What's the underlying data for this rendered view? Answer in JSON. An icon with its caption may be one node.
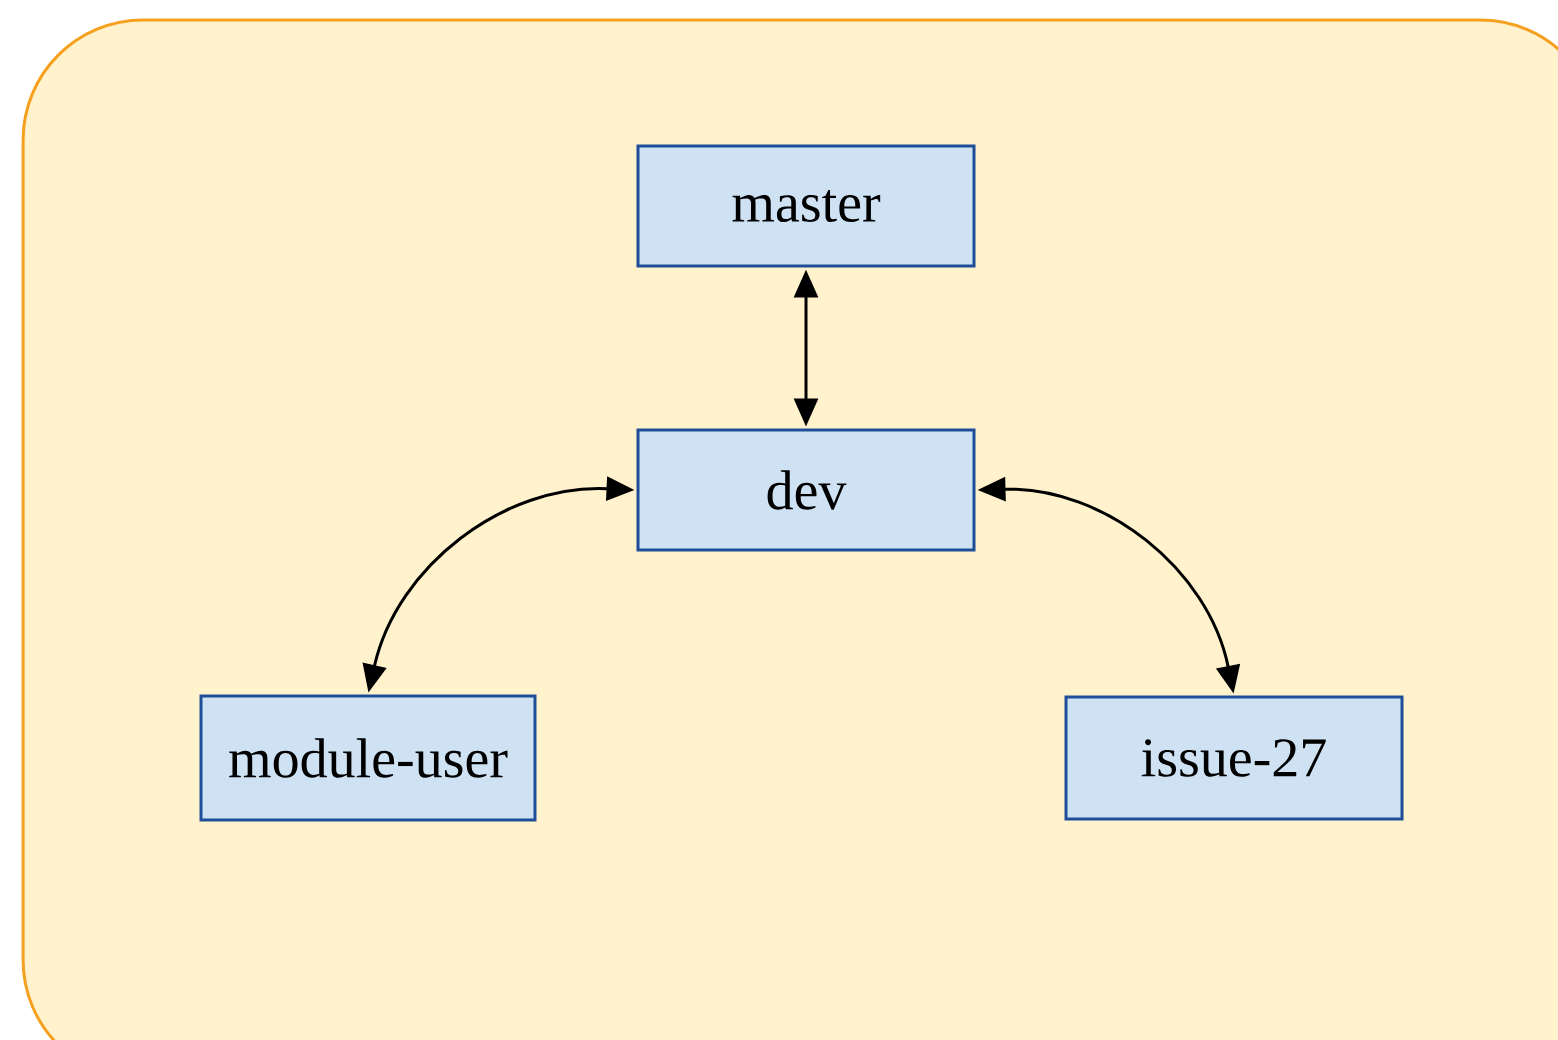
{
  "diagram": {
    "nodes": [
      {
        "text": [],
        "shape": "box"
      },
      {
        "text": [
          "master"
        ],
        "in": 0
      },
      {
        "text": [
          "dev"
        ],
        "in": 0
      },
      {
        "text": [
          "module-user"
        ],
        "in": 0
      },
      {
        "text": [
          "issue-27"
        ],
        "in": 0
      }
    ],
    "edges": [
      {
        "from": 1,
        "to": 2,
        "arrow": "both"
      },
      {
        "from": 2,
        "to": 3,
        "arrow": "both"
      },
      {
        "from": 2,
        "to": 4,
        "arrow": "both"
      }
    ]
  }
}
